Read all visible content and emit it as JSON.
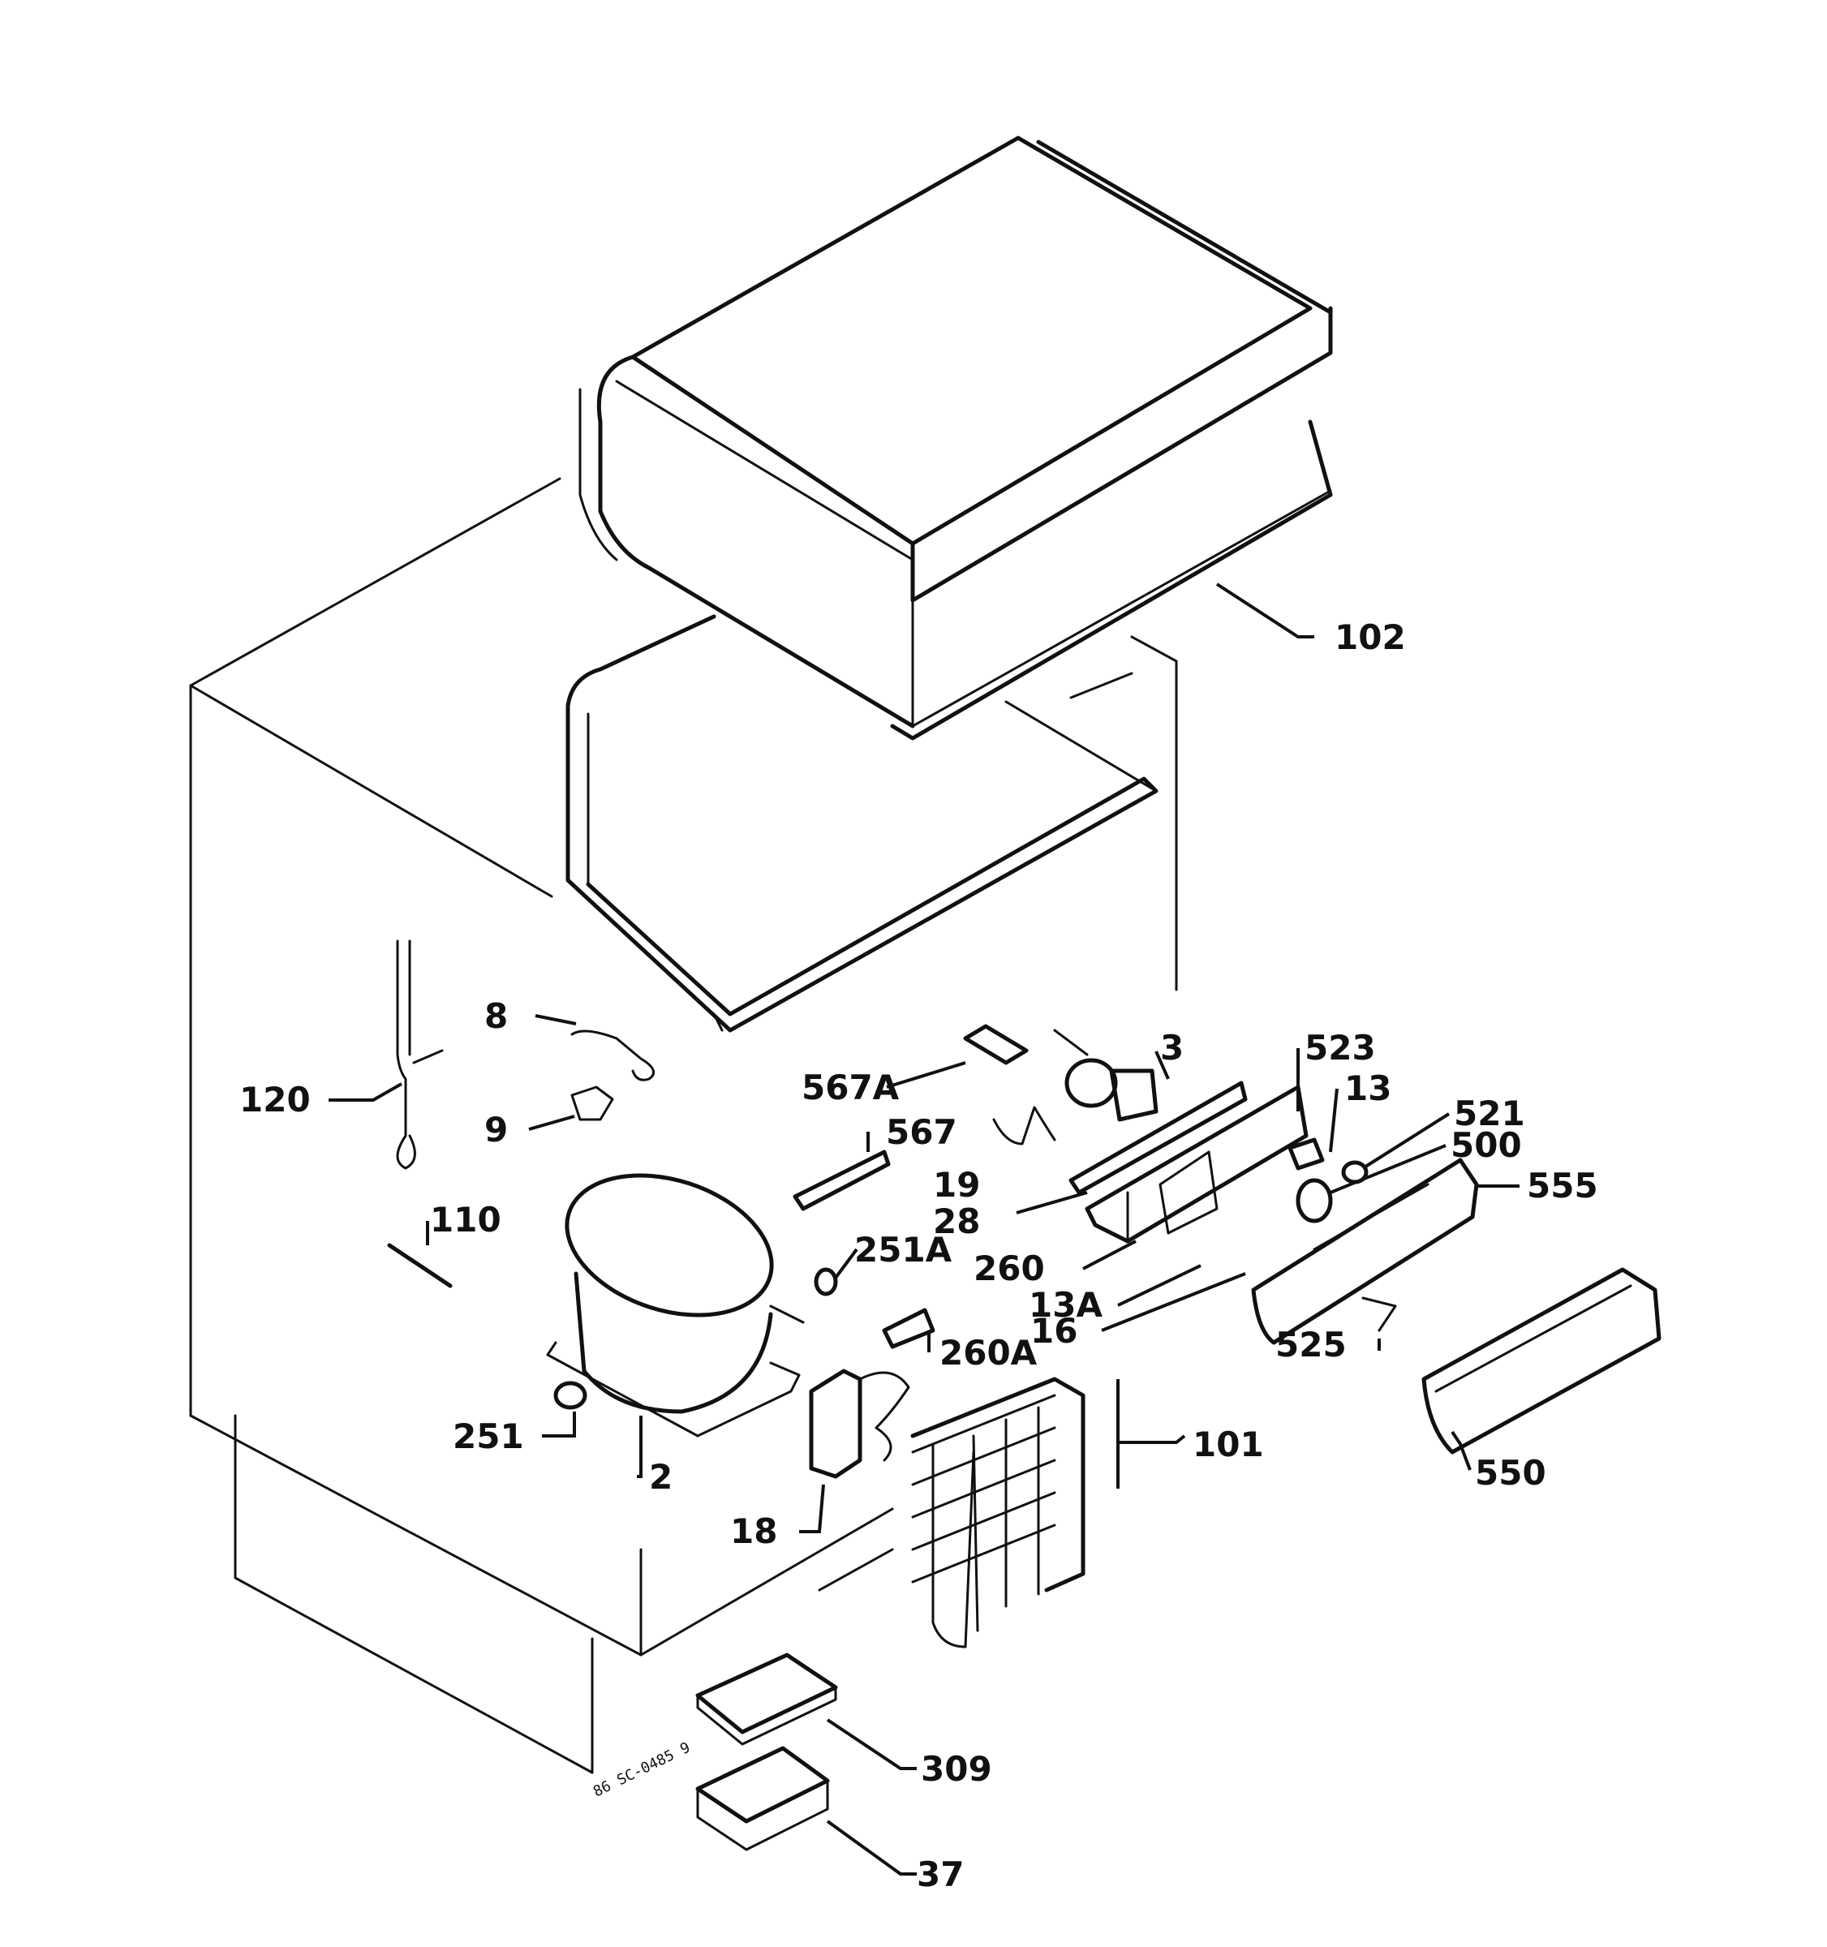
{
  "diagram_code": "86 SC-0485 9",
  "callouts": [
    {
      "id": "c102",
      "text": "102"
    },
    {
      "id": "c8",
      "text": "8"
    },
    {
      "id": "c120",
      "text": "120"
    },
    {
      "id": "c9",
      "text": "9"
    },
    {
      "id": "c110",
      "text": "110"
    },
    {
      "id": "c567A",
      "text": "567A"
    },
    {
      "id": "c3",
      "text": "3"
    },
    {
      "id": "c523",
      "text": "523"
    },
    {
      "id": "c13",
      "text": "13"
    },
    {
      "id": "c521",
      "text": "521"
    },
    {
      "id": "c500",
      "text": "500"
    },
    {
      "id": "c555",
      "text": "555"
    },
    {
      "id": "c567",
      "text": "567"
    },
    {
      "id": "c19",
      "text": "19"
    },
    {
      "id": "c28",
      "text": "28"
    },
    {
      "id": "c260",
      "text": "260"
    },
    {
      "id": "c251A",
      "text": "251A"
    },
    {
      "id": "c13A",
      "text": "13A"
    },
    {
      "id": "c16",
      "text": "16"
    },
    {
      "id": "c260A",
      "text": "260A"
    },
    {
      "id": "c525",
      "text": "525"
    },
    {
      "id": "c251",
      "text": "251"
    },
    {
      "id": "c2",
      "text": "2"
    },
    {
      "id": "c101",
      "text": "101"
    },
    {
      "id": "c550",
      "text": "550"
    },
    {
      "id": "c18",
      "text": "18"
    },
    {
      "id": "c309",
      "text": "309"
    },
    {
      "id": "c37",
      "text": "37"
    }
  ]
}
